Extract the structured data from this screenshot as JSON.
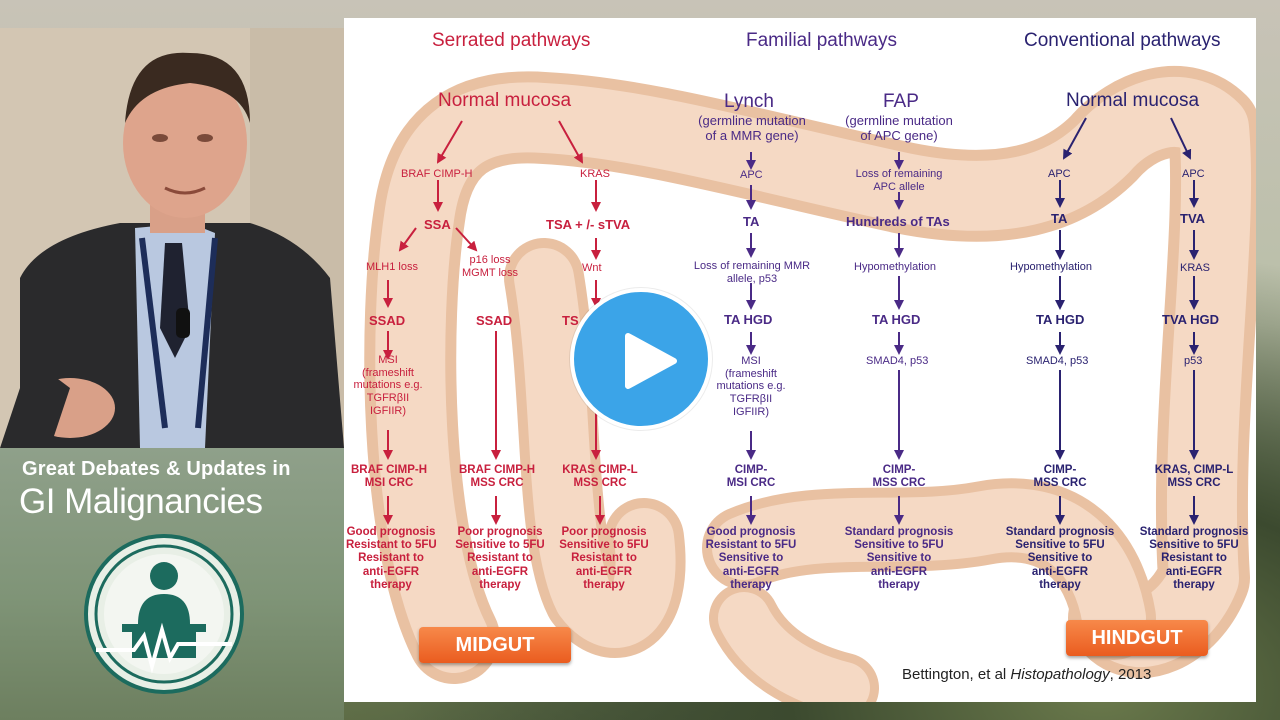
{
  "slide": {
    "headers": {
      "serrated": "Serrated pathways",
      "familial": "Familial pathways",
      "conventional": "Conventional pathways"
    },
    "serrated": {
      "origin": "Normal mucosa",
      "left": {
        "step1": "BRAF CIMP-H",
        "lesion1": "SSA",
        "a_step": "MLH1 loss",
        "a_lesion": "SSAD",
        "a_mut": [
          "MSI",
          "(frameshift",
          "mutations e.g.",
          "TGFRβII",
          "IGFIIR)"
        ],
        "a_crc": [
          "BRAF CIMP-H",
          "MSI CRC"
        ],
        "a_outcome": [
          "Good prognosis",
          "Resistant to 5FU",
          "Resistant to",
          "anti-EGFR",
          "therapy"
        ],
        "b_step": [
          "p16 loss",
          "MGMT loss"
        ],
        "b_lesion": "SSAD",
        "b_crc": [
          "BRAF  CIMP-H",
          "MSS CRC"
        ],
        "b_outcome": [
          "Poor prognosis",
          "Sensitive to 5FU",
          "Resistant to",
          "anti-EGFR",
          "therapy"
        ]
      },
      "right": {
        "step1": "KRAS",
        "lesion1": "TSA  + /-  sTVA",
        "step2": "Wnt",
        "lesion2": "TS",
        "crc": [
          "KRAS  CIMP-L",
          "MSS CRC"
        ],
        "outcome": [
          "Poor prognosis",
          "Sensitive to 5FU",
          "Resistant to",
          "anti-EGFR",
          "therapy"
        ]
      }
    },
    "familial": {
      "lynch": {
        "title": "Lynch",
        "sub": [
          "(germline mutation",
          "of a MMR gene)"
        ],
        "step1": "APC",
        "lesion1": "TA",
        "step2": [
          "Loss of remaining MMR",
          "allele, p53"
        ],
        "lesion2": "TA HGD",
        "mut": [
          "MSI",
          "(frameshift",
          "mutations e.g.",
          "TGFRβII",
          "IGFIIR)"
        ],
        "crc": [
          "CIMP-",
          "MSI  CRC"
        ],
        "outcome": [
          "Good prognosis",
          "Resistant to 5FU",
          "Sensitive to",
          "anti-EGFR",
          "therapy"
        ]
      },
      "fap": {
        "title": "FAP",
        "sub": [
          "(germline mutation",
          "of APC gene)"
        ],
        "step1": [
          "Loss of remaining",
          "APC allele"
        ],
        "lesion1": "Hundreds of TAs",
        "step2": "Hypomethylation",
        "lesion2": "TA HGD",
        "step3": "SMAD4, p53",
        "crc": [
          "CIMP-",
          "MSS CRC"
        ],
        "outcome": [
          "Standard prognosis",
          "Sensitive to 5FU",
          "Sensitive to",
          "anti-EGFR",
          "therapy"
        ]
      }
    },
    "conventional": {
      "origin": "Normal mucosa",
      "left": {
        "step1": "APC",
        "lesion1": "TA",
        "step2": "Hypomethylation",
        "lesion2": "TA HGD",
        "step3": "SMAD4, p53",
        "crc": [
          "CIMP-",
          "MSS CRC"
        ],
        "outcome": [
          "Standard prognosis",
          "Sensitive to 5FU",
          "Sensitive to",
          "anti-EGFR",
          "therapy"
        ]
      },
      "right": {
        "step1": "APC",
        "lesion1": "TVA",
        "step2": "KRAS",
        "lesion2": "TVA HGD",
        "step3": "p53",
        "crc": [
          "KRAS, CIMP-L",
          "MSS CRC"
        ],
        "outcome": [
          "Standard prognosis",
          "Sensitive to 5FU",
          "Resistant to",
          "anti-EGFR",
          "therapy"
        ]
      }
    },
    "midgut": "MIDGUT",
    "hindgut": "HINDGUT",
    "citation": {
      "author": "Bettington, et al ",
      "journal": "Histopathology",
      "year": ", 2013"
    }
  },
  "brand": {
    "line1": "Great Debates & Updates in",
    "line2": "GI Malignancies"
  },
  "colors": {
    "serrated": "#c8203e",
    "familial": "#4a2a86",
    "conventional": "#2a2270",
    "play": "#3ba4e8",
    "gut_button": "#ea5c1f",
    "colon": "#f2cfb4"
  },
  "icons": {
    "play": "play-icon",
    "logo": "speaker-podium-logo-icon"
  }
}
